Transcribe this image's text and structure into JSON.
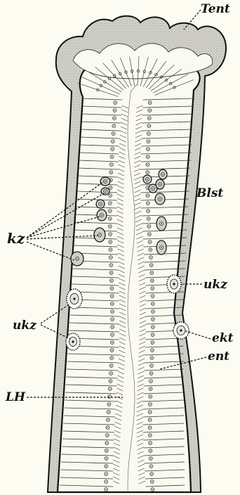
{
  "labels": {
    "tent": "Tent",
    "blst": "Blst",
    "kz": "kz",
    "ukz_right": "ukz",
    "ukz_left": "ukz",
    "ekt": "ekt",
    "ent": "ent",
    "lh": "LH"
  },
  "colors": {
    "background": "#fdfcf2",
    "ectoderm_stipple": "#c9c9c2",
    "ink": "#111111"
  }
}
